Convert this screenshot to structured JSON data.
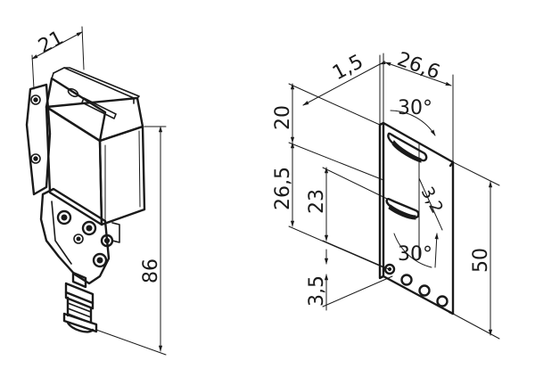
{
  "colors": {
    "line": "#1a1a1a",
    "background": "#ffffff"
  },
  "sensor_view": {
    "dimensions": {
      "width": "21",
      "height": "86"
    }
  },
  "bracket_view": {
    "dimensions": {
      "offset": "1,5",
      "width": "26,6",
      "angle_top": "30°",
      "height_top": "20",
      "height_mid": "26,5",
      "height_slot": "23",
      "slot_width": "3,2",
      "angle_bottom": "30°",
      "height_total": "50",
      "height_bottom": "3,5"
    }
  }
}
